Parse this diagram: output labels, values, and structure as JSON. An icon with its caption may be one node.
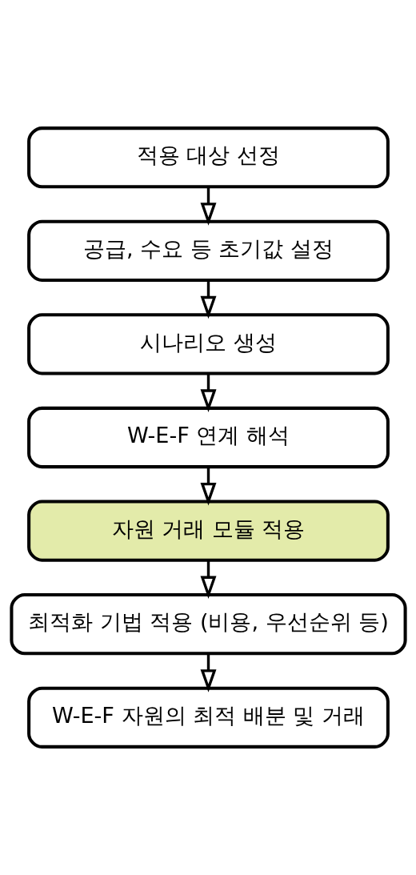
{
  "diagram": {
    "nodes": [
      {
        "text": [
          "적용 대상 선정"
        ]
      },
      {
        "text": [
          "공급, 수요 등 초기값 설정"
        ]
      },
      {
        "text": [
          "시나리오 생성"
        ]
      },
      {
        "text": [
          "W-E-F 연계 해석"
        ]
      },
      {
        "text": [
          "자원 거래 모듈 적용"
        ]
      },
      {
        "text": [
          "최적화 기법 적용 (비용, 우선순위 등)"
        ]
      },
      {
        "text": [
          "W-E-F 자원의 최적 배분 및 거래"
        ]
      }
    ],
    "edges": [
      {
        "from": 0,
        "to": 1,
        "arrow": "to"
      },
      {
        "from": 1,
        "to": 2,
        "arrow": "to"
      },
      {
        "from": 2,
        "to": 3,
        "arrow": "to"
      },
      {
        "from": 3,
        "to": 4,
        "arrow": "to"
      },
      {
        "from": 4,
        "to": 5,
        "arrow": "to"
      },
      {
        "from": 5,
        "to": 6,
        "arrow": "to"
      }
    ]
  }
}
